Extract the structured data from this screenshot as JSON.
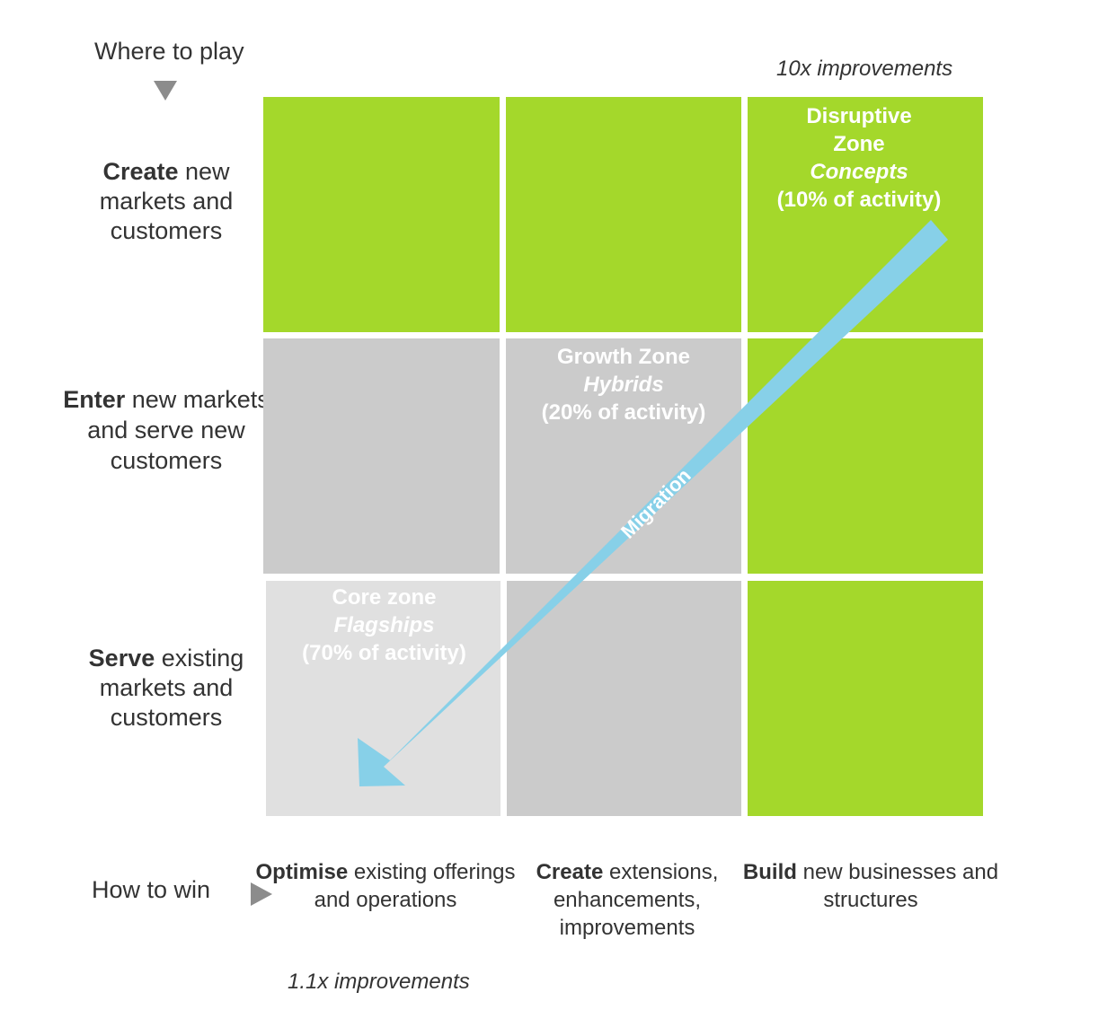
{
  "y_axis": {
    "title": "Where to play"
  },
  "x_axis": {
    "title": "How to win"
  },
  "top_note": "10x improvements",
  "bottom_note": "1.1x improvements",
  "rows": [
    {
      "bold": "Create",
      "rest": " new markets and customers"
    },
    {
      "bold": "Enter",
      "rest": " new markets and serve new customers"
    },
    {
      "bold": "Serve",
      "rest": " existing markets and customers"
    }
  ],
  "columns": [
    {
      "bold": "Optimise",
      "rest": " existing offerings and operations"
    },
    {
      "bold": "Create",
      "rest": " extensions, enhancements, improvements"
    },
    {
      "bold": "Build",
      "rest": " new businesses and  structures"
    }
  ],
  "zones": {
    "disruptive": {
      "line1": "Disruptive",
      "line2": "Zone",
      "subtitle": "Concepts",
      "share": "(10% of activity)"
    },
    "growth": {
      "line1": "Growth Zone",
      "subtitle": "Hybrids",
      "share": "(20% of activity)"
    },
    "core": {
      "line1": "Core zone",
      "subtitle": "Flagships",
      "share": "(70% of activity)"
    }
  },
  "arrow": {
    "label": "Migration"
  },
  "colors": {
    "green": "#a4d82b",
    "grey": "#cbcbcb",
    "light_grey": "#e0e0e0",
    "arrow": "#87d0e8"
  }
}
